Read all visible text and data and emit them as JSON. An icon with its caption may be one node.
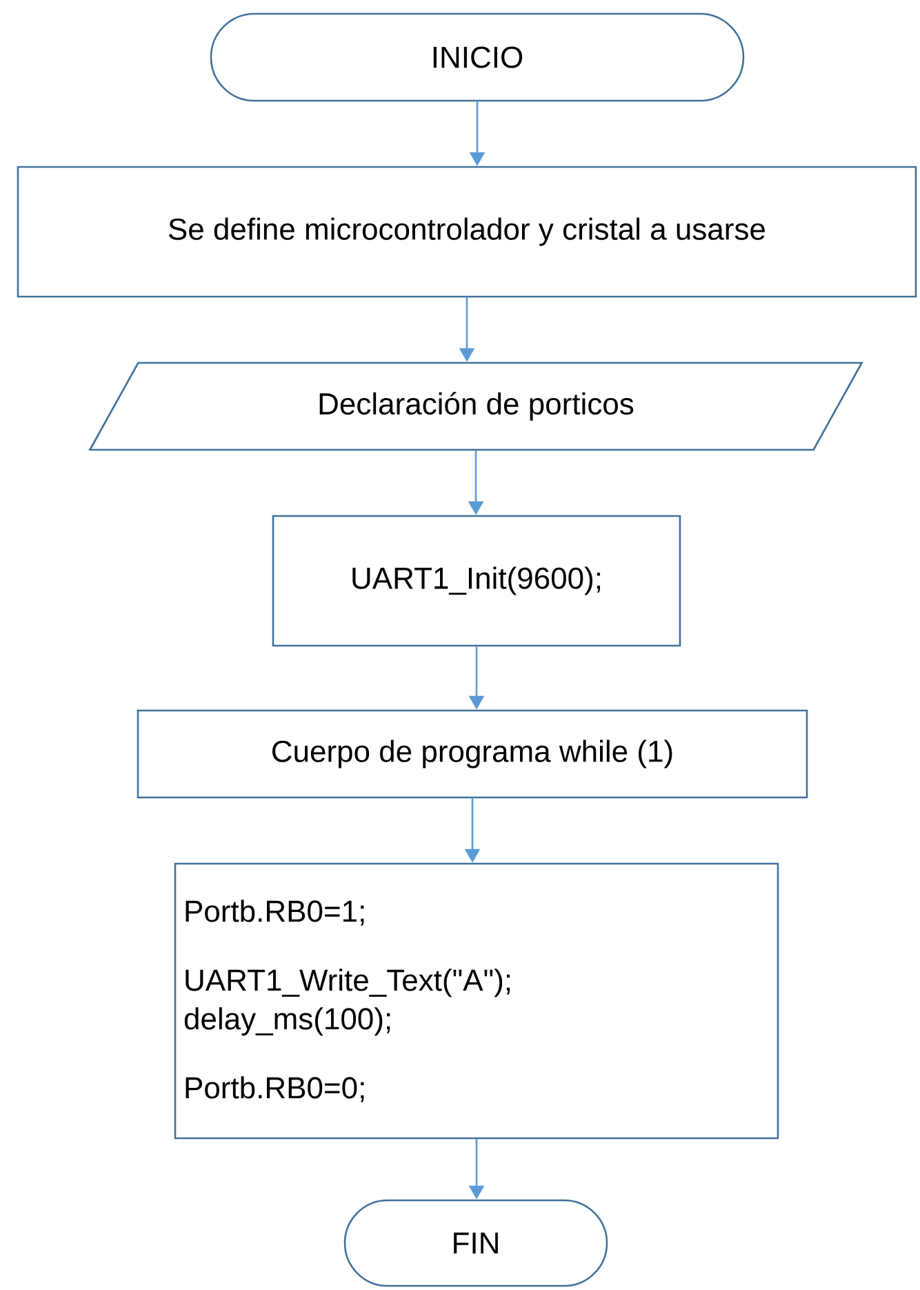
{
  "diagram": {
    "nodes": [
      {
        "text": [
          "INICIO"
        ]
      },
      {
        "text": [
          "Se define microcontrolador y cristal a usarse"
        ]
      },
      {
        "text": [
          "Declaración de porticos"
        ]
      },
      {
        "text": [
          "UART1_Init(9600);"
        ]
      },
      {
        "text": [
          "Cuerpo de programa while (1)"
        ]
      },
      {
        "text": [
          "Portb.RB0=1;",
          "UART1_Write_Text(\"A\");",
          "delay_ms(100);",
          "Portb.RB0=0;"
        ]
      },
      {
        "text": [
          "FIN"
        ]
      }
    ],
    "edges": [
      {
        "from": 0,
        "to": 1,
        "arrow": "to"
      },
      {
        "from": 1,
        "to": 2,
        "arrow": "to"
      },
      {
        "from": 2,
        "to": 3,
        "arrow": "to"
      },
      {
        "from": 3,
        "to": 4,
        "arrow": "to"
      },
      {
        "from": 4,
        "to": 5,
        "arrow": "to"
      },
      {
        "from": 5,
        "to": 6,
        "arrow": "to"
      }
    ]
  }
}
